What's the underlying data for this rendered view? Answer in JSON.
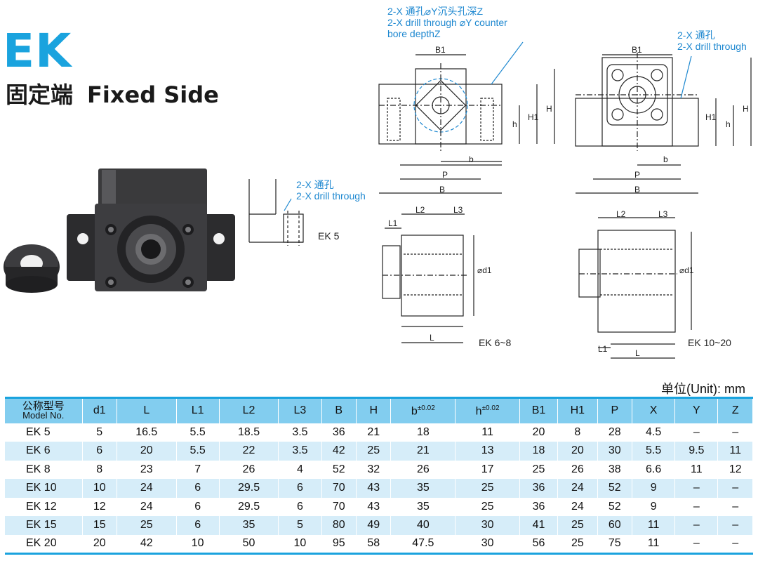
{
  "header": {
    "title": "EK",
    "subtitle_cn": "固定端",
    "subtitle_en": "Fixed Side"
  },
  "drawings": {
    "ek5_note_cn": "2-X 通孔",
    "ek5_note_en": "2-X drill through",
    "ek5_label": "EK 5",
    "top_note_cn": "2-X 通孔⌀Y沉头孔深Z",
    "top_note_en_1": "2-X drill through ⌀Y counter",
    "top_note_en_2": "bore depthZ",
    "right_note_cn": "2-X 通孔",
    "right_note_en": "2-X drill through",
    "ek68_label": "EK 6~8",
    "ek1020_label": "EK 10~20",
    "dims": {
      "B1": "B1",
      "b": "b",
      "P": "P",
      "B": "B",
      "h": "h",
      "H1": "H1",
      "H": "H",
      "L1": "L1",
      "L2": "L2",
      "L3": "L3",
      "L": "L",
      "d1": "⌀d1"
    }
  },
  "table": {
    "unit": "单位(Unit): mm",
    "model_header_cn": "公称型号",
    "model_header_en": "Model No.",
    "headers": [
      "d1",
      "L",
      "L1",
      "L2",
      "L3",
      "B",
      "H"
    ],
    "b_header": "b",
    "b_tol": "±0.02",
    "h_header": "h",
    "h_tol": "±0.02",
    "headers_tail": [
      "B1",
      "H1",
      "P",
      "X",
      "Y",
      "Z"
    ],
    "rows": [
      [
        "EK   5",
        "5",
        "16.5",
        "5.5",
        "18.5",
        "3.5",
        "36",
        "21",
        "18",
        "11",
        "20",
        "8",
        "28",
        "4.5",
        "–",
        "–"
      ],
      [
        "EK   6",
        "6",
        "20",
        "5.5",
        "22",
        "3.5",
        "42",
        "25",
        "21",
        "13",
        "18",
        "20",
        "30",
        "5.5",
        "9.5",
        "11"
      ],
      [
        "EK   8",
        "8",
        "23",
        "7",
        "26",
        "4",
        "52",
        "32",
        "26",
        "17",
        "25",
        "26",
        "38",
        "6.6",
        "11",
        "12"
      ],
      [
        "EK 10",
        "10",
        "24",
        "6",
        "29.5",
        "6",
        "70",
        "43",
        "35",
        "25",
        "36",
        "24",
        "52",
        "9",
        "–",
        "–"
      ],
      [
        "EK 12",
        "12",
        "24",
        "6",
        "29.5",
        "6",
        "70",
        "43",
        "35",
        "25",
        "36",
        "24",
        "52",
        "9",
        "–",
        "–"
      ],
      [
        "EK 15",
        "15",
        "25",
        "6",
        "35",
        "5",
        "80",
        "49",
        "40",
        "30",
        "41",
        "25",
        "60",
        "11",
        "–",
        "–"
      ],
      [
        "EK 20",
        "20",
        "42",
        "10",
        "50",
        "10",
        "95",
        "58",
        "47.5",
        "30",
        "56",
        "25",
        "75",
        "11",
        "–",
        "–"
      ]
    ]
  },
  "colors": {
    "accent": "#1aa3de",
    "header_fill": "#82cdef",
    "stripe": "#d6edf9",
    "note_blue": "#1e88d0"
  }
}
